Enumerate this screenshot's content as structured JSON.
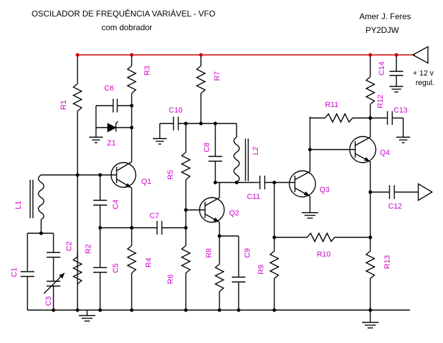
{
  "header": {
    "title": "OSCILADOR DE FREQUÊNCIA VARIÁVEL  -  VFO",
    "subtitle": "com dobrador",
    "author": "Amer J. Feres",
    "callsign": "PY2DJW"
  },
  "supply": {
    "label_line1": "+ 12 v",
    "label_line2": "regul."
  },
  "colors": {
    "wire": "#000000",
    "rail": "#cc0000",
    "label": "#cc00cc",
    "background": "#ffffff"
  },
  "components": {
    "R1": "R1",
    "R2": "R2",
    "R3": "R3",
    "R4": "R4",
    "R5": "R5",
    "R6": "R6",
    "R7": "R7",
    "R8": "R8",
    "R9": "R9",
    "R10": "R10",
    "R11": "R11",
    "R12": "R12",
    "R13": "R13",
    "C1": "C1",
    "C2": "C2",
    "C3": "C3",
    "C4": "C4",
    "C5": "C5",
    "C6": "C6",
    "C7": "C7",
    "C8": "C8",
    "C9": "C9",
    "C10": "C10",
    "C11": "C11",
    "C12": "C12",
    "C13": "C13",
    "C14": "C14",
    "Q1": "Q1",
    "Q2": "Q2",
    "Q3": "Q3",
    "Q4": "Q4",
    "L1": "L1",
    "L2": "L2",
    "Z1": "Z1"
  }
}
